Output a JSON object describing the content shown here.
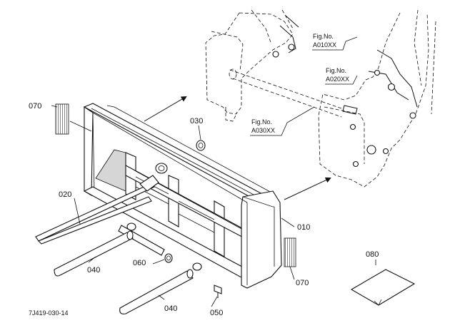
{
  "labels": {
    "p070_top": "070",
    "p030": "030",
    "p020": "020",
    "p040_left": "040",
    "p060": "060",
    "p040_bottom": "040",
    "p050": "050",
    "p010": "010",
    "p070_right": "070",
    "p080": "080"
  },
  "figs": {
    "fig1_title": "Fig.No.",
    "fig1_code": "A010XX",
    "fig2_title": "Fig.No.",
    "fig2_code": "A020XX",
    "fig3_title": "Fig.No.",
    "fig3_code": "A030XX"
  },
  "drawing_number": "7J419-030-14"
}
